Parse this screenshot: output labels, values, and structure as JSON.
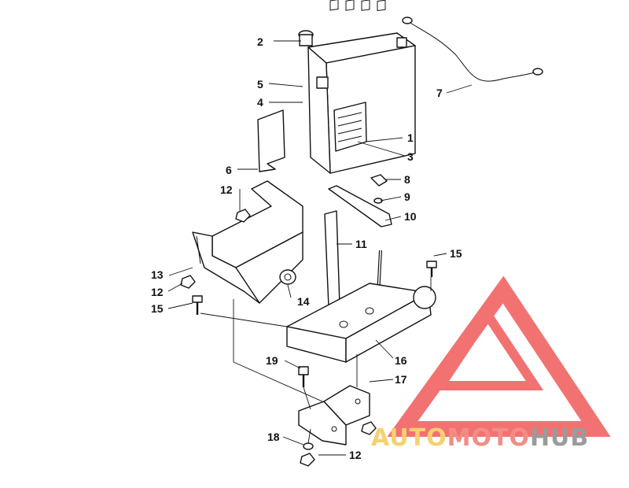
{
  "callouts": {
    "c1": "1",
    "c2": "2",
    "c3": "3",
    "c4": "4",
    "c5": "5",
    "c6": "6",
    "c7": "7",
    "c8": "8",
    "c9": "9",
    "c10": "10",
    "c11": "11",
    "c12a": "12",
    "c12b": "12",
    "c12c": "12",
    "c13": "13",
    "c14": "14",
    "c15a": "15",
    "c15b": "15",
    "c16": "16",
    "c17": "17",
    "c18": "18",
    "c19": "19"
  },
  "watermark": {
    "part1": "AUTO",
    "part2": "MOTO",
    "part3": "HUB",
    "colors": {
      "triangle": "#f05a5a",
      "auto": "#f6c85a",
      "moto": "#f07a72",
      "hub": "#8a8a8a"
    }
  }
}
